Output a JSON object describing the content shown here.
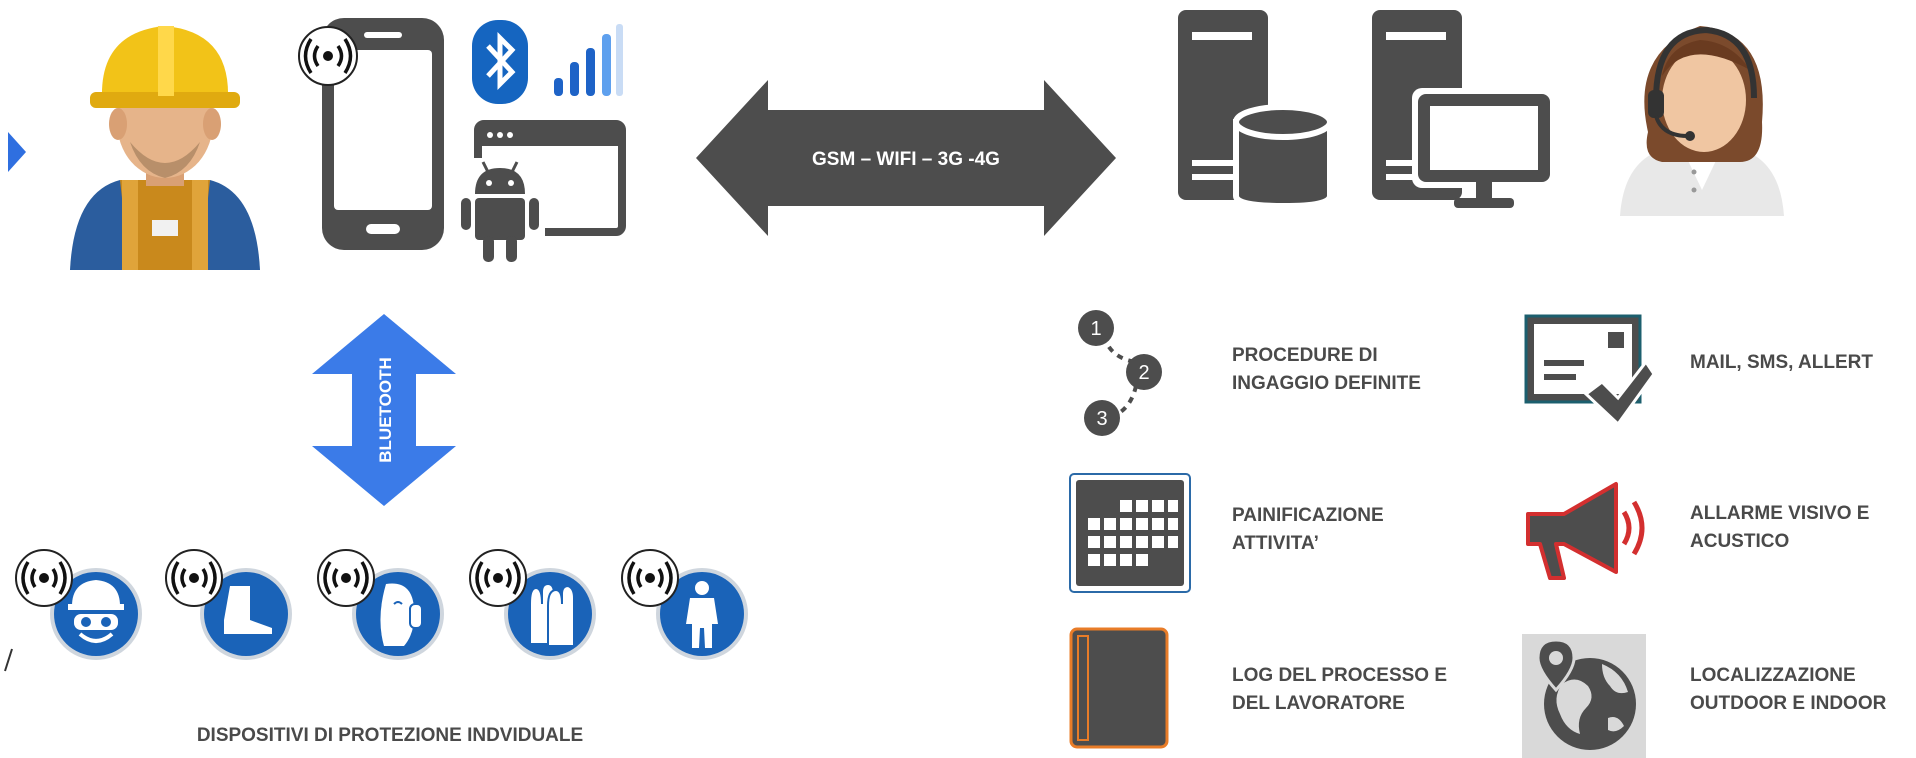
{
  "connection": {
    "label": "GSM – WIFI – 3G -4G"
  },
  "bluetooth": {
    "label": "BLUETOOTH"
  },
  "ppe": {
    "caption": "DISPOSITIVI DI PROTEZIONE INDVIDUALE",
    "items": [
      "hard-hat-goggles",
      "safety-boots",
      "ear-protection",
      "gloves",
      "protective-suit"
    ]
  },
  "steps": [
    "1",
    "2",
    "3"
  ],
  "features": [
    {
      "line1": "PROCEDURE DI",
      "line2": "INGAGGIO DEFINITE"
    },
    {
      "line1": "MAIL, SMS, ALLERT",
      "line2": ""
    },
    {
      "line1": "PAINIFICAZIONE",
      "line2": "ATTIVITA’"
    },
    {
      "line1": "ALLARME VISIVO E",
      "line2": "ACUSTICO"
    },
    {
      "line1": "LOG DEL PROCESSO E",
      "line2": "DEL LAVORATORE"
    },
    {
      "line1": "LOCALIZZAZIONE",
      "line2": "OUTDOOR E INDOOR"
    }
  ],
  "colors": {
    "dark": "#4d4d4d",
    "blue": "#3b7be8",
    "ppe_blue": "#1565c0",
    "red": "#d32f2f",
    "orange": "#e87c28"
  }
}
